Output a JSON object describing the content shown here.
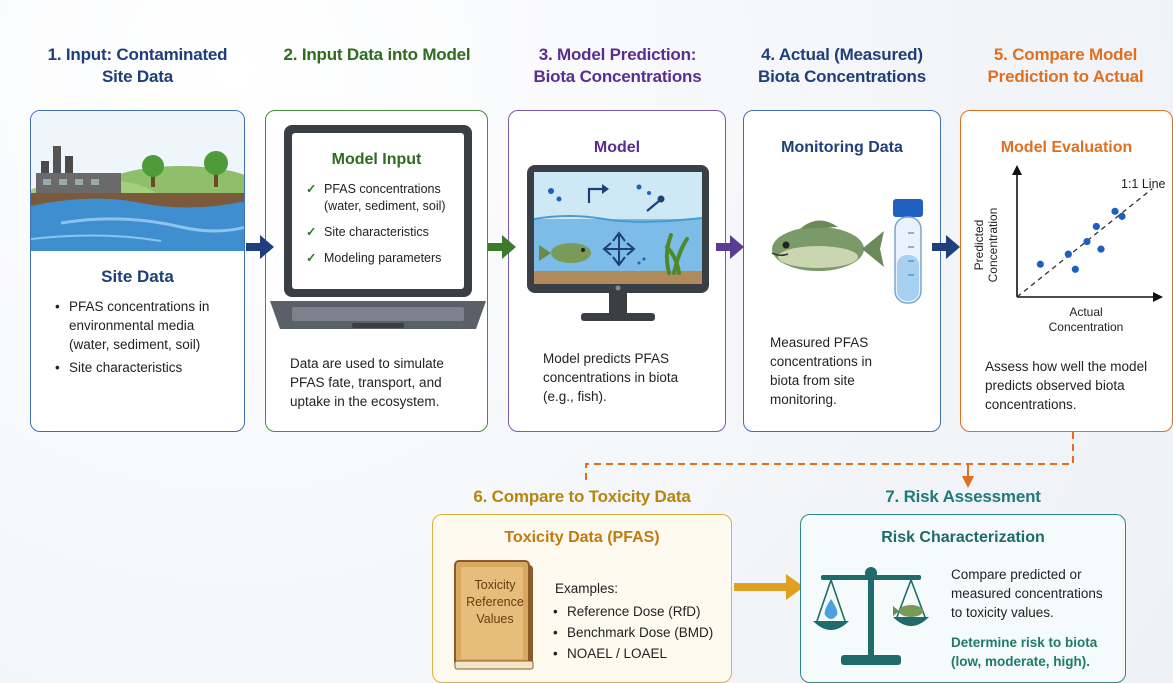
{
  "steps": {
    "s1": {
      "title": "1. Input: Contaminated\nSite Data",
      "card_title": "Site Data",
      "bullets": [
        "PFAS concentrations in environmental media (water, sediment, soil)",
        "Site characteristics"
      ]
    },
    "s2": {
      "title": "2. Input Data into Model",
      "card_title": "Model Input",
      "checklist": [
        "PFAS concentrations (water, sediment, soil)",
        "Site characteristics",
        "Modeling parameters"
      ],
      "caption": "Data are used to simulate PFAS fate, transport, and uptake in the ecosystem."
    },
    "s3": {
      "title": "3. Model Prediction:\nBiota Concentrations",
      "card_title": "Model",
      "caption": "Model predicts PFAS concentrations in biota (e.g., fish)."
    },
    "s4": {
      "title": "4. Actual (Measured)\nBiota Concentrations",
      "card_title": "Monitoring Data",
      "caption": "Measured PFAS concentrations in biota from site monitoring."
    },
    "s5": {
      "title": "5. Compare Model\nPrediction to Actual",
      "card_title": "Model Evaluation",
      "ylabel": "Predicted\nConcentration",
      "xlabel": "Actual\nConcentration",
      "line_label": "1:1 Line",
      "caption": "Assess how well the model predicts observed biota concentrations."
    },
    "s6": {
      "title": "6. Compare to Toxicity Data",
      "card_title": "Toxicity Data (PFAS)",
      "book_text": "Toxicity\nReference\nValues",
      "examples_label": "Examples:",
      "examples": [
        "Reference Dose (RfD)",
        "Benchmark Dose (BMD)",
        "NOAEL / LOAEL"
      ]
    },
    "s7": {
      "title": "7. Risk Assessment",
      "card_title": "Risk Characterization",
      "text": "Compare predicted or measured concentrations to toxicity values.",
      "emphasis": "Determine risk to biota (low, moderate, high)."
    }
  },
  "colors": {
    "s1": "#1f3f7a",
    "s2": "#2e6b1f",
    "s3": "#5a2d91",
    "s4": "#1f3f7a",
    "s5": "#e07020",
    "s6": "#b8860b",
    "s7": "#1f7a7a",
    "arrow_blue": "#1f3f7a",
    "arrow_green": "#3d7a2a",
    "arrow_purple": "#5a3d91",
    "arrow_navy": "#1f3f7a",
    "arrow_gold": "#e0a020",
    "dashed": "#e07020"
  },
  "chart_data": {
    "type": "scatter",
    "x": [
      1.0,
      2.2,
      2.5,
      3.0,
      3.4,
      3.6,
      4.2,
      4.5
    ],
    "y": [
      1.3,
      1.7,
      1.1,
      2.2,
      2.8,
      1.9,
      3.4,
      3.2
    ],
    "xlabel": "Actual\nConcentration",
    "ylabel": "Predicted\nConcentration",
    "xlim": [
      0,
      6
    ],
    "ylim": [
      0,
      5
    ],
    "reference_line": "1:1 Line",
    "color": "#1f5fbf"
  }
}
